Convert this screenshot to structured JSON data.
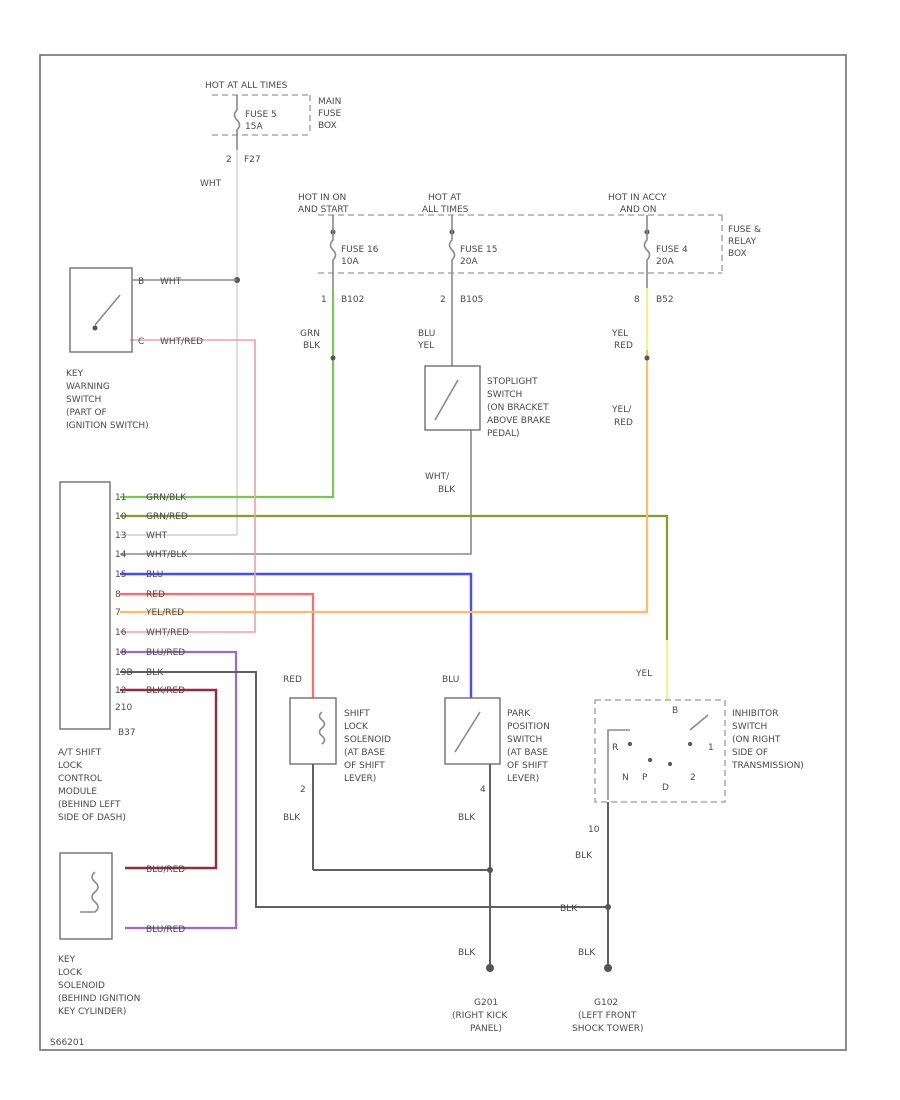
{
  "fuse_block_main": {
    "hot": "HOT AT ALL TIMES",
    "box_label": [
      "MAIN",
      "FUSE",
      "BOX"
    ],
    "fuse_name": "FUSE 5",
    "fuse_amp": "15A",
    "term": "2",
    "conn": "F27",
    "wire": "WHT"
  },
  "fuse_relay_box": {
    "label": [
      "FUSE &",
      "RELAY",
      "BOX"
    ],
    "f16": {
      "hot": [
        "HOT IN ON",
        "AND START"
      ],
      "name": "FUSE 16",
      "amp": "10A",
      "term": "1",
      "conn": "B102",
      "wire": [
        "GRN",
        "BLK"
      ]
    },
    "f15": {
      "hot": [
        "HOT AT",
        "ALL TIMES"
      ],
      "name": "FUSE 15",
      "amp": "20A",
      "term": "2",
      "conn": "B105",
      "wire": [
        "BLU",
        "YEL"
      ]
    },
    "f4": {
      "hot": [
        "HOT IN ACCY",
        "AND ON"
      ],
      "name": "FUSE 4",
      "amp": "20A",
      "term": "8",
      "conn": "B52",
      "wire": [
        "YEL",
        "RED"
      ]
    }
  },
  "key_warning": {
    "t1": "B",
    "w1": "WHT",
    "t2": "C",
    "w2": "WHT/RED",
    "label": [
      "KEY",
      "WARNING",
      "SWITCH",
      "(PART OF",
      "IGNITION SWITCH)"
    ]
  },
  "stoplight": {
    "label": [
      "STOPLIGHT",
      "SWITCH",
      "(ON BRACKET",
      "ABOVE BRAKE",
      "PEDAL)"
    ],
    "out_wire": [
      "WHT/",
      "BLK"
    ]
  },
  "yel_red_mid": [
    "YEL/",
    "RED"
  ],
  "module": {
    "label": [
      "A/T SHIFT",
      "LOCK",
      "CONTROL",
      "MODULE",
      "(BEHIND LEFT",
      "SIDE OF DASH)"
    ],
    "conn": "B37",
    "pins": [
      {
        "num": "11",
        "wire": "GRN/BLK"
      },
      {
        "num": "10",
        "wire": "GRN/RED"
      },
      {
        "num": "13",
        "wire": "WHT"
      },
      {
        "num": "14",
        "wire": "WHT/BLK"
      },
      {
        "num": "15",
        "wire": "BLU"
      },
      {
        "num": "8",
        "wire": "RED"
      },
      {
        "num": "7",
        "wire": "YEL/RED"
      },
      {
        "num": "16",
        "wire": "WHT/RED"
      },
      {
        "num": "18",
        "wire": "BLU/RED"
      },
      {
        "num": "19B",
        "wire": "BLK"
      },
      {
        "num": "12",
        "wire": "BLK/RED"
      }
    ],
    "pin_last": "210"
  },
  "shift_lock": {
    "wire_in": "RED",
    "label": [
      "SHIFT",
      "LOCK",
      "SOLENOID",
      "(AT BASE",
      "OF SHIFT",
      "LEVER)"
    ],
    "term": "2",
    "wire_out": "BLK"
  },
  "park_switch": {
    "wire_in": "BLU",
    "label": [
      "PARK",
      "POSITION",
      "SWITCH",
      "(AT BASE",
      "OF SHIFT",
      "LEVER)"
    ],
    "term": "4",
    "wire_out": "BLK"
  },
  "inhibitor": {
    "wire_in": "YEL",
    "label": [
      "INHIBITOR",
      "SWITCH",
      "(ON RIGHT",
      "SIDE OF",
      "TRANSMISSION)"
    ],
    "t_top": "B",
    "letters": [
      "R",
      "N",
      "P",
      "D",
      "2",
      "1"
    ],
    "term": "10",
    "wire_out": "BLK"
  },
  "key_lock": {
    "w1": "BLU/RED",
    "w2": "BLU/RED",
    "label": [
      "KEY",
      "LOCK",
      "SOLENOID",
      "(BEHIND IGNITION",
      "KEY CYLINDER)"
    ]
  },
  "grounds": {
    "blk_mid": "BLK",
    "g1_wire": "BLK",
    "g1": [
      "G201",
      "(RIGHT KICK",
      "PANEL)"
    ],
    "g2_wire": "BLK",
    "g2": [
      "G102",
      "(LEFT FRONT",
      "SHOCK TOWER)"
    ]
  },
  "footer": "S66201",
  "colors": {
    "grn_blk": "#7cc653",
    "grn_red": "#8a9a2c",
    "blu": "#4a4aff",
    "red": "#ff6a6a",
    "yel_red": "#ffbb66",
    "wht_red": "#f0a0a0",
    "blu_red": "#a068c8",
    "blk_red": "#9a2a3a",
    "yel": "#eef29a"
  }
}
